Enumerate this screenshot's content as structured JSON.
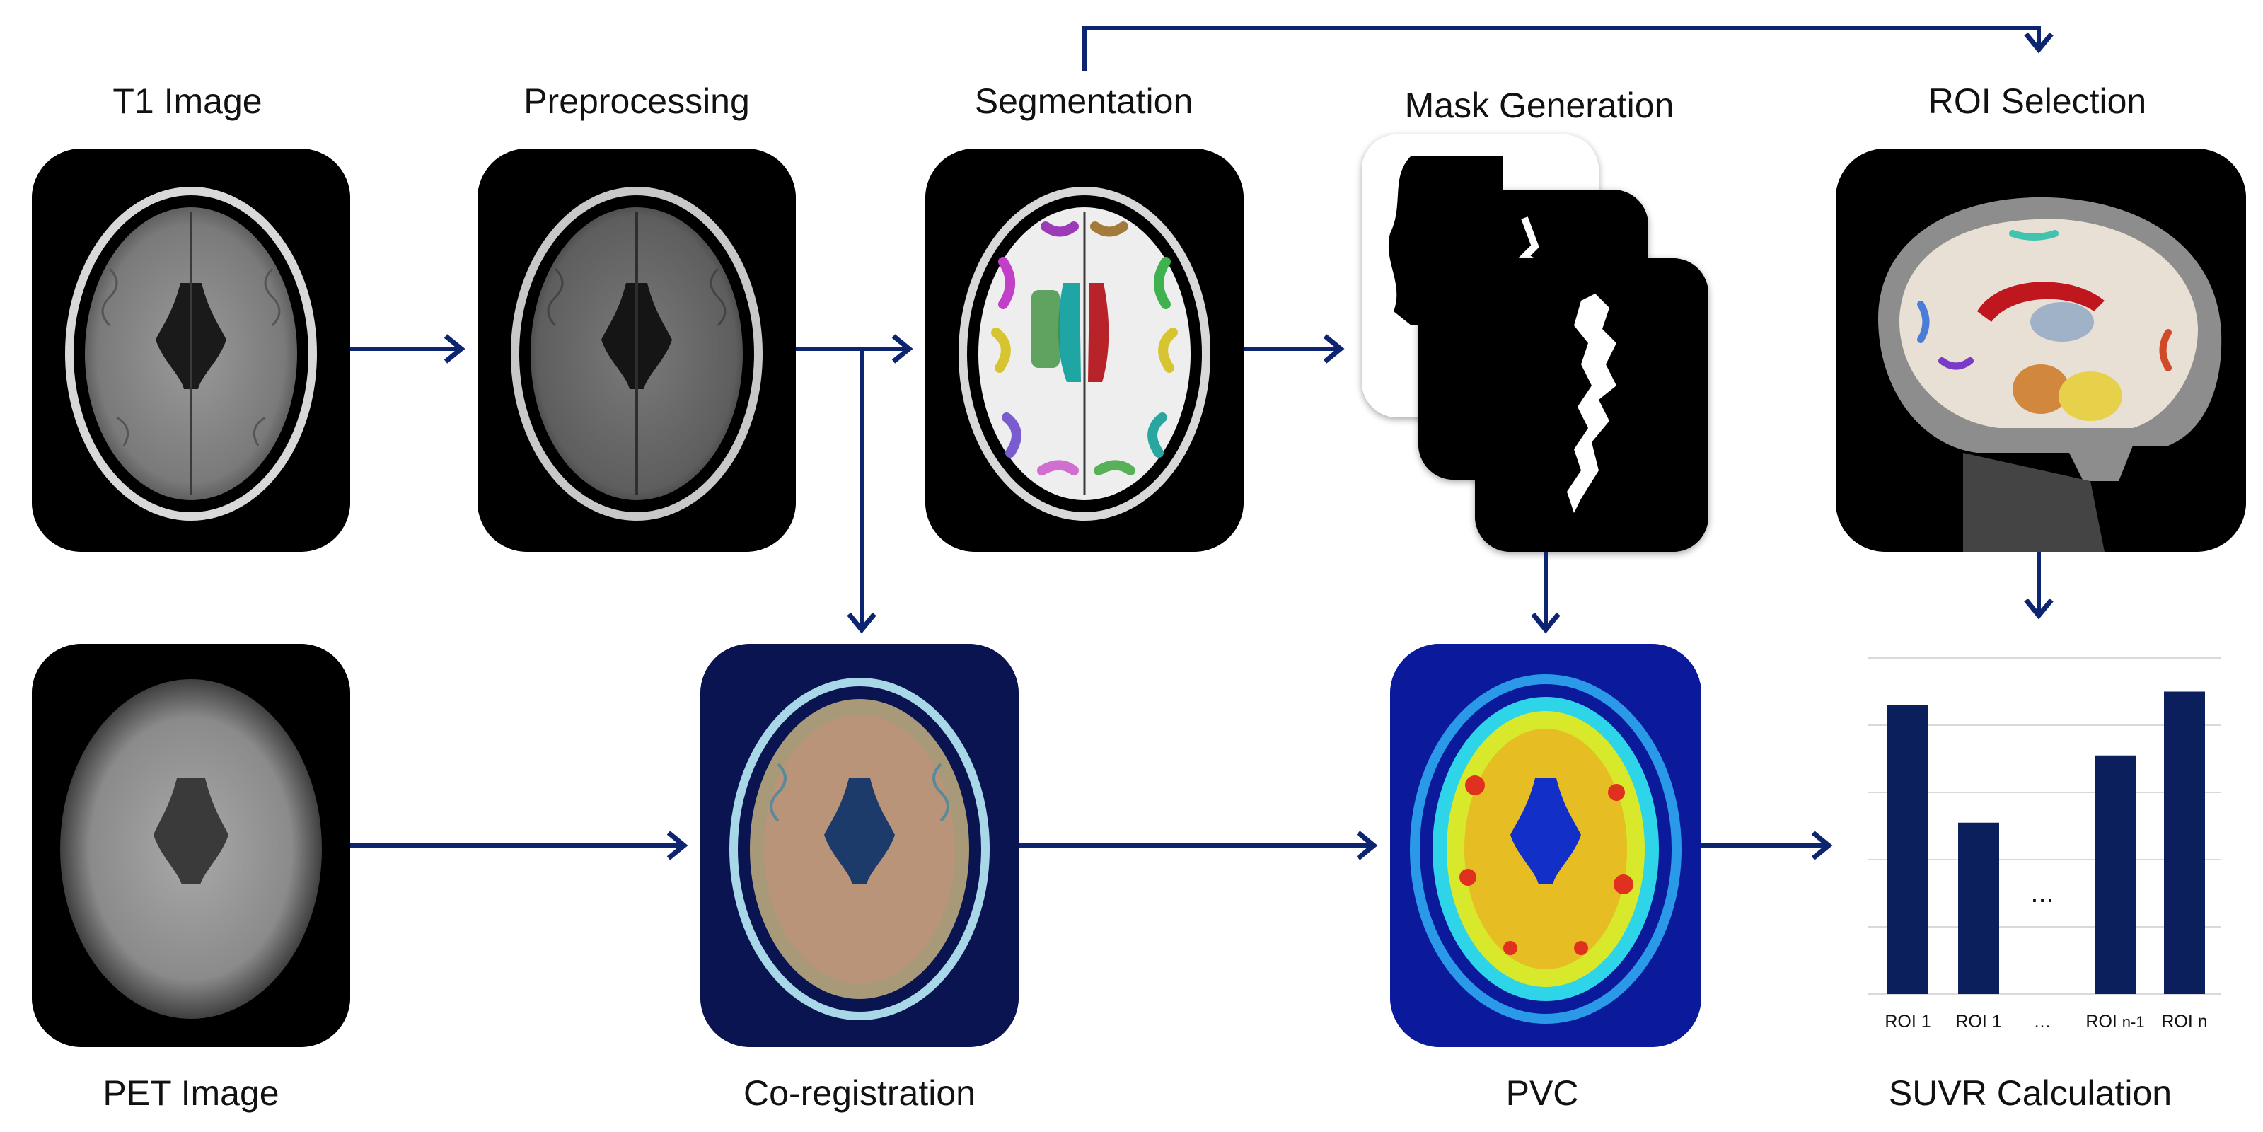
{
  "colors": {
    "arrow": "#0d2570",
    "bar": "#0a1f5c",
    "grid": "#d9d9d9",
    "petBg": "#0b1a9a"
  },
  "labels": {
    "t1": "T1 Image",
    "pre": "Preprocessing",
    "seg": "Segmentation",
    "mask": "Mask Generation",
    "roi": "ROI Selection",
    "pet": "PET Image",
    "coreg": "Co-registration",
    "pvc": "PVC",
    "suvr": "SUVR Calculation"
  },
  "chart": {
    "ellipsis": "...",
    "bars": [
      {
        "label": "ROI 1",
        "sub": "",
        "value": 0.86
      },
      {
        "label": "ROI 1",
        "sub": "",
        "value": 0.51
      },
      {
        "label": "…",
        "sub": "",
        "value": null
      },
      {
        "label": "ROI ",
        "sub": "n-1",
        "value": 0.71
      },
      {
        "label": "ROI n",
        "sub": "",
        "value": 0.9
      }
    ]
  }
}
